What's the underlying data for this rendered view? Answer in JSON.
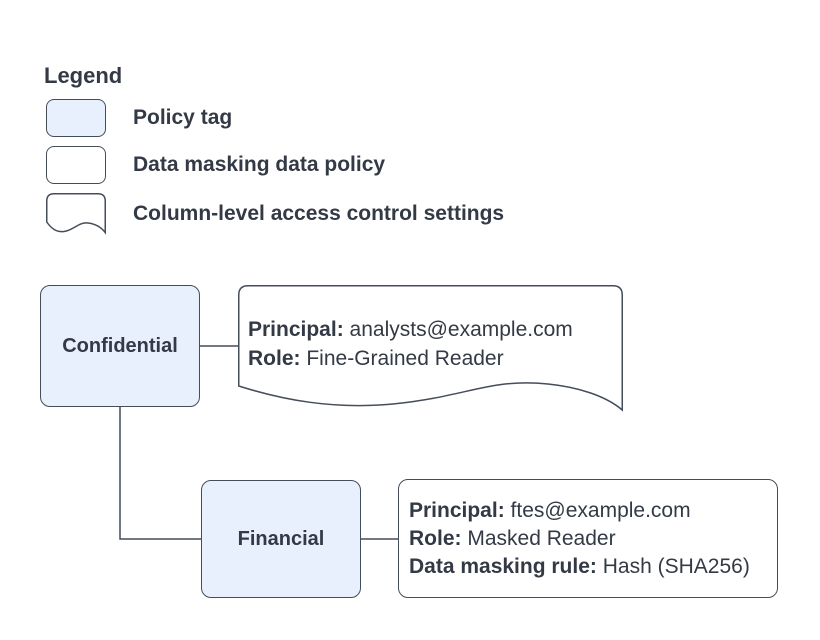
{
  "colors": {
    "policy_tag_fill": "#e8f0fe",
    "shape_stroke": "#454d59",
    "text": "#333a45",
    "background": "#ffffff"
  },
  "legend": {
    "title": "Legend",
    "items": [
      {
        "shape": "policy-tag",
        "label": "Policy tag"
      },
      {
        "shape": "data-masking-policy",
        "label": "Data masking data policy"
      },
      {
        "shape": "column-access-document",
        "label": "Column-level access control settings"
      }
    ]
  },
  "nodes": {
    "confidential": {
      "label": "Confidential"
    },
    "financial": {
      "label": "Financial"
    },
    "access_settings": {
      "lines": [
        {
          "label": "Principal:",
          "value": "analysts@example.com"
        },
        {
          "label": "Role:",
          "value": "Fine-Grained Reader"
        }
      ]
    },
    "masking_policy": {
      "lines": [
        {
          "label": "Principal:",
          "value": "ftes@example.com"
        },
        {
          "label": "Role:",
          "value": "Masked Reader"
        },
        {
          "label": "Data masking rule:",
          "value": "Hash (SHA256)"
        }
      ]
    }
  }
}
